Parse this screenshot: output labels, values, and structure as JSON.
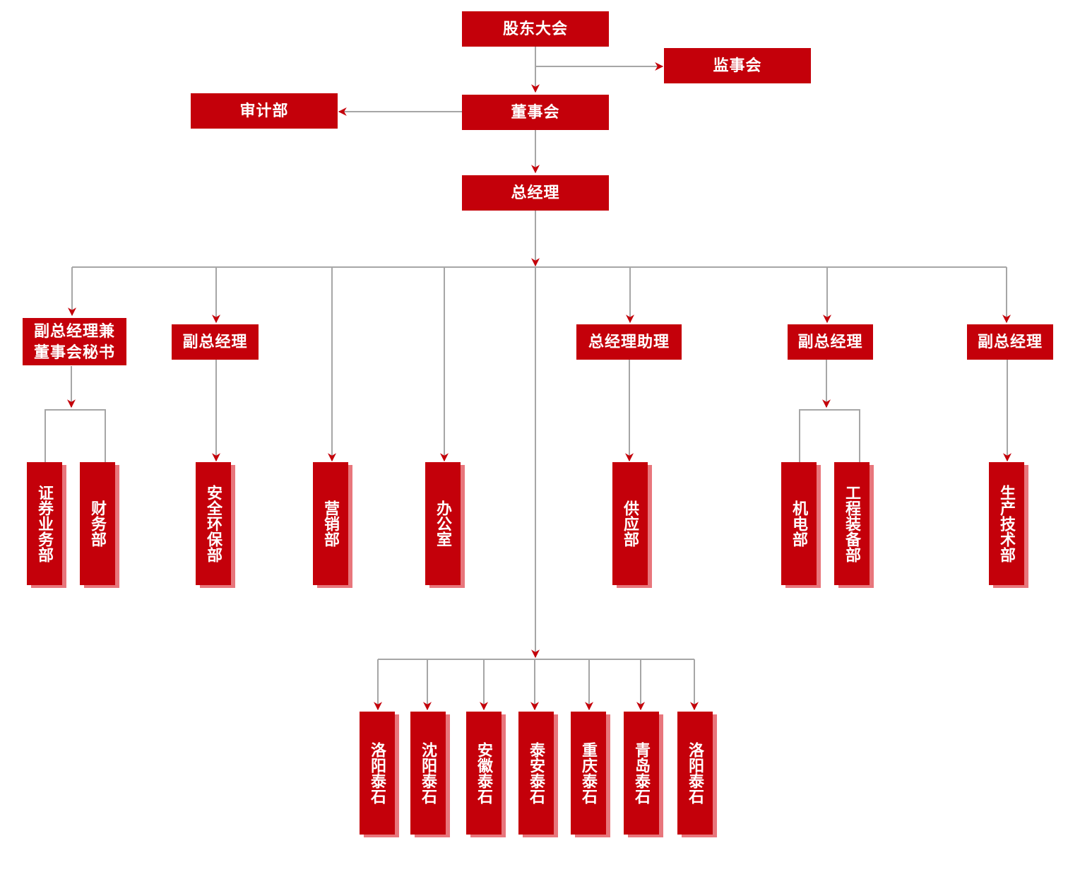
{
  "colors": {
    "box": "#c4000a",
    "shadow": "#e8767c",
    "line": "#a6a6a6",
    "arrow": "#c4000a"
  },
  "nodes": {
    "shareholders": "股东大会",
    "supervisors": "监事会",
    "board": "董事会",
    "audit": "审计部",
    "gm": "总经理",
    "vgm_secretary": "副总经理兼\n董事会秘书",
    "vgm_a": "副总经理",
    "gm_assistant": "总经理助理",
    "vgm_b": "副总经理",
    "vgm_c": "副总经理",
    "securities": "证券业务部",
    "finance": "财务部",
    "safety": "安全环保部",
    "marketing": "营销部",
    "office": "办公室",
    "supply": "供应部",
    "electromech": "机电部",
    "engineering": "工程装备部",
    "production": "生产技术部",
    "sub_luoyang_1": "洛阳泰石",
    "sub_shenyang": "沈阳泰石",
    "sub_anhui": "安徽泰石",
    "sub_taian": "泰安泰石",
    "sub_chongqing": "重庆泰石",
    "sub_qingdao": "青岛泰石",
    "sub_luoyang_2": "洛阳泰石"
  }
}
